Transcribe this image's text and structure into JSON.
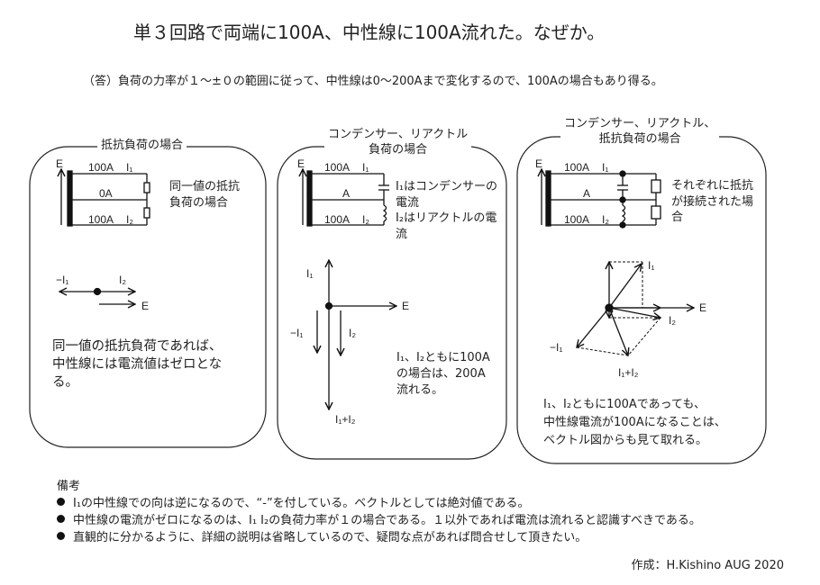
{
  "title": "単３回路で両端に100A、中性線に100A流れた。なぜか。",
  "answer": "（答）負荷の力率が１～±０の範囲に従って、中性線は0～200Aまで変化するので、100Aの場合もあり得る。",
  "panels": [
    {
      "title_lines": [
        "抵抗負荷の場合"
      ],
      "circuit": {
        "e": "E",
        "top_current": "100A",
        "mid_current": "0A",
        "bottom_current": "100A",
        "i1": "I₁",
        "i2": "I₂"
      },
      "side_text": [
        "同一値の抵抗",
        "負荷の場合"
      ],
      "vector": {
        "neg_i1": "−I₁",
        "i2": "I₂",
        "e": "E"
      },
      "explanation": [
        "同一値の抵抗負荷であれば、",
        "中性線には電流値はゼロとな",
        "る。"
      ]
    },
    {
      "title_lines": [
        "コンデンサー、リアクトル",
        "負荷の場合"
      ],
      "circuit": {
        "e": "E",
        "top_current": "100A",
        "mid_current": "A",
        "bottom_current": "100A",
        "i1": "I₁",
        "i2": "I₂"
      },
      "side_text": [
        "I₁はコンデンサーの",
        "電流",
        "I₂はリアクトルの電",
        "流"
      ],
      "vector": {
        "i1": "I₁",
        "neg_i1": "−I₁",
        "i2": "I₂",
        "e": "E",
        "sum": "I₁+I₂"
      },
      "explanation": [
        "I₁、I₂ともに100A",
        "の場合は、200A",
        "流れる。"
      ]
    },
    {
      "title_lines": [
        "コンデンサー、リアクトル、",
        "抵抗負荷の場合"
      ],
      "circuit": {
        "e": "E",
        "top_current": "100A",
        "mid_current": "A",
        "bottom_current": "100A",
        "i1": "I₁",
        "i2": "I₂"
      },
      "side_text": [
        "それぞれに抵抗",
        "が接続された場",
        "合"
      ],
      "vector": {
        "i1": "I₁",
        "neg_i1": "−I₁",
        "i2": "I₂",
        "e": "E",
        "sum": "I₁+I₂"
      },
      "explanation": [
        "I₁、I₂ともに100Aであっても、",
        "中性線電流が100Aになることは、",
        "ベクトル図からも見て取れる。"
      ]
    }
  ],
  "notes": {
    "heading": "備考",
    "items": [
      "I₁の中性線での向は逆になるので、“-”を付している。ベクトルとしては絶対値である。",
      "中性線の電流がゼロになるのは、I₁ I₂の負荷力率が１の場合である。１以外であれば電流は流れると認識すべきである。",
      "直観的に分かるように、詳細の説明は省略しているので、疑問な点があれば問合せして頂きたい。"
    ]
  },
  "author": "作成：H.Kishino  AUG 2020"
}
